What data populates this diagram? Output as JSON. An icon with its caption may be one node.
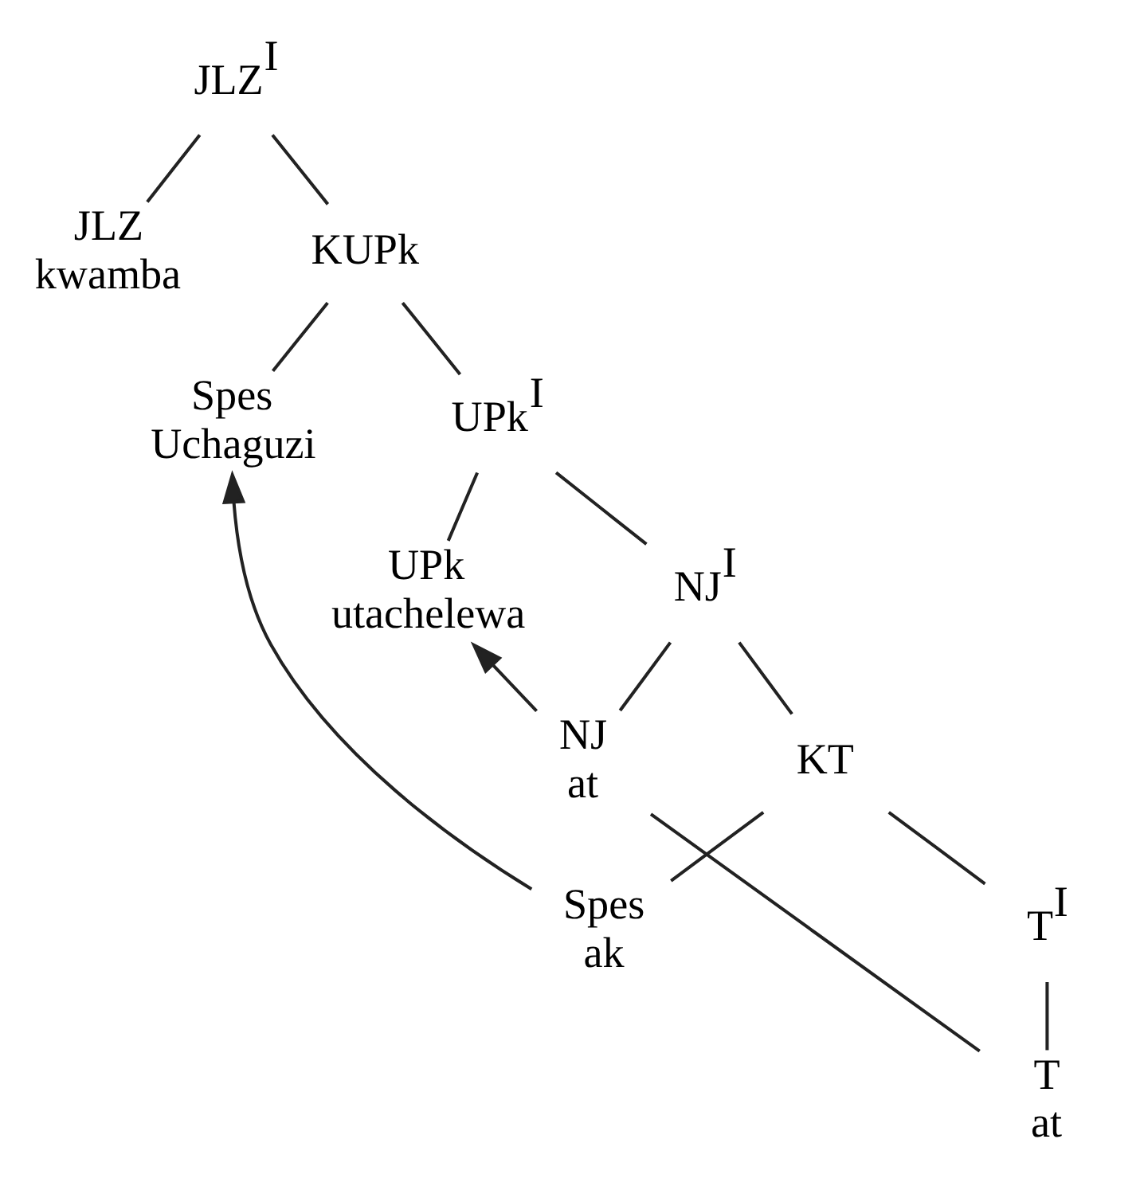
{
  "diagram": {
    "nodes": [
      {
        "text": [
          "JLZ$^{I}$"
        ]
      },
      {
        "text": [
          "JLZ kwamba"
        ]
      },
      {
        "text": [
          "KUPk"
        ]
      },
      {
        "text": [
          "Spes Uchaguzi"
        ]
      },
      {
        "text": [
          "UPk$^{I}$"
        ]
      },
      {
        "text": [
          "UPk utachelewa"
        ]
      },
      {
        "text": [
          "NJ$^{I}$"
        ]
      },
      {
        "text": [
          "NJ at"
        ]
      },
      {
        "text": [
          "KT"
        ]
      },
      {
        "text": [
          "Spes ak"
        ]
      },
      {
        "text": [
          "T$^{I}$"
        ]
      },
      {
        "text": [
          "T at"
        ]
      }
    ],
    "edges": [
      {
        "from": 0,
        "to": 1,
        "arrow": "none"
      },
      {
        "from": 0,
        "to": 2,
        "arrow": "none"
      },
      {
        "from": 2,
        "to": 3,
        "arrow": "none"
      },
      {
        "from": 2,
        "to": 4,
        "arrow": "none"
      },
      {
        "from": 4,
        "to": 5,
        "arrow": "none"
      },
      {
        "from": 4,
        "to": 6,
        "arrow": "none"
      },
      {
        "from": 6,
        "to": 7,
        "arrow": "none"
      },
      {
        "from": 6,
        "to": 8,
        "arrow": "none"
      },
      {
        "from": 8,
        "to": 9,
        "arrow": "none"
      },
      {
        "from": 8,
        "to": 10,
        "arrow": "none"
      },
      {
        "from": 10,
        "to": 11,
        "arrow": "none"
      },
      {
        "from": 9,
        "to": 3,
        "arrow": "to"
      },
      {
        "from": 7,
        "to": 5,
        "arrow": "to"
      },
      {
        "from": 11,
        "to": 7,
        "arrow": "none"
      }
    ]
  }
}
